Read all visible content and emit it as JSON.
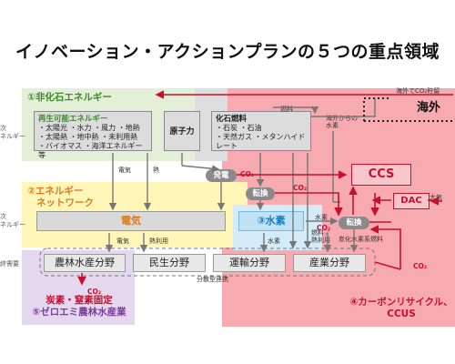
{
  "title": "イノベーション・アクションプランの５つの重点領域",
  "regions": {
    "green_label": "①非化石エネルギー",
    "network_label_line1": "②エネルギー",
    "network_label_line2": "ネットワーク",
    "hydrogen_label": "③水素",
    "ccus_label_line1": "④カーボンリサイクル、",
    "ccus_label_line2": "CCUS",
    "zeroemi_label_line1": "炭素・窒素固定",
    "zeroemi_label_line2": "⑤ゼロエミ農林水産業"
  },
  "boxes": {
    "renewable": {
      "title": "再生可能エネルギー",
      "line1": "・太陽光 ・水力 ・風力 ・地熱",
      "line2": "・太陽熱 ・地中熱 ・未利用熱",
      "line3": "・バイオマス ・海洋エネルギー　等"
    },
    "nuclear": "原子力",
    "fossil": {
      "title": "化石燃料",
      "line1": "・石炭 ・石油",
      "line2": "・天然ガス ・メタンハイドレート"
    },
    "power_gen": "発電",
    "conversion_1": "転換",
    "conversion_2": "転換",
    "electricity": "電気",
    "hydrogen": "③水素",
    "ccs": "CCS",
    "dac": "DAC",
    "overseas": "海外"
  },
  "labels": {
    "overseas_co2_storage": "海外でCO₂貯留",
    "overseas_hydrogen": "海外からの\n水素",
    "fuel": "燃料",
    "elec_1": "電気",
    "heat_1": "熱",
    "co2_1": "CO₂",
    "co2_2": "CO₂",
    "co2_3": "CO₂",
    "co2_4": "CO₂",
    "hydrogen_small": "水素",
    "hydrogen_small_2": "水素",
    "atmosphere": "大気",
    "elec_2": "電気",
    "heat_use": "熱利用",
    "fuel_heat": "燃料／熱利用",
    "carbon_fuel": "炭化水素系燃料",
    "distributed": "分散型連携",
    "side_primary": "次\nネルギー",
    "side_secondary": "次\nネルギー",
    "side_demand": "終需要"
  },
  "sectors": [
    "農林水産分野",
    "民生分野",
    "運輸分野",
    "産業分野"
  ],
  "colors": {
    "green": "#3d8a2a",
    "orange": "#e07a1f",
    "red": "#c8102e",
    "blue": "#1b7ac0",
    "purple": "#7a3e9c"
  }
}
